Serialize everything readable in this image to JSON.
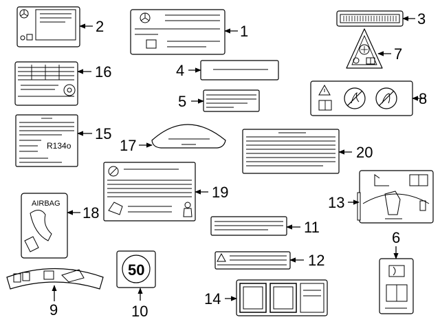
{
  "callouts": {
    "c1": "1",
    "c2": "2",
    "c3": "3",
    "c4": "4",
    "c5": "5",
    "c6": "6",
    "c7": "7",
    "c8": "8",
    "c9": "9",
    "c10": "10",
    "c11": "11",
    "c12": "12",
    "c13": "13",
    "c14": "14",
    "c15": "15",
    "c16": "16",
    "c17": "17",
    "c18": "18",
    "c19": "19",
    "c20": "20"
  },
  "label_texts": {
    "refrigerant": "R134o",
    "airbag": "AIRBAG",
    "speed_limit": "50"
  },
  "icons": [
    "mercedes-star-icon",
    "warning-triangle-icon",
    "manual-book-icon",
    "no-flame-icon",
    "no-hand-icon",
    "seat-icon",
    "airbag-icon",
    "tire-icon",
    "child-seat-icon"
  ]
}
